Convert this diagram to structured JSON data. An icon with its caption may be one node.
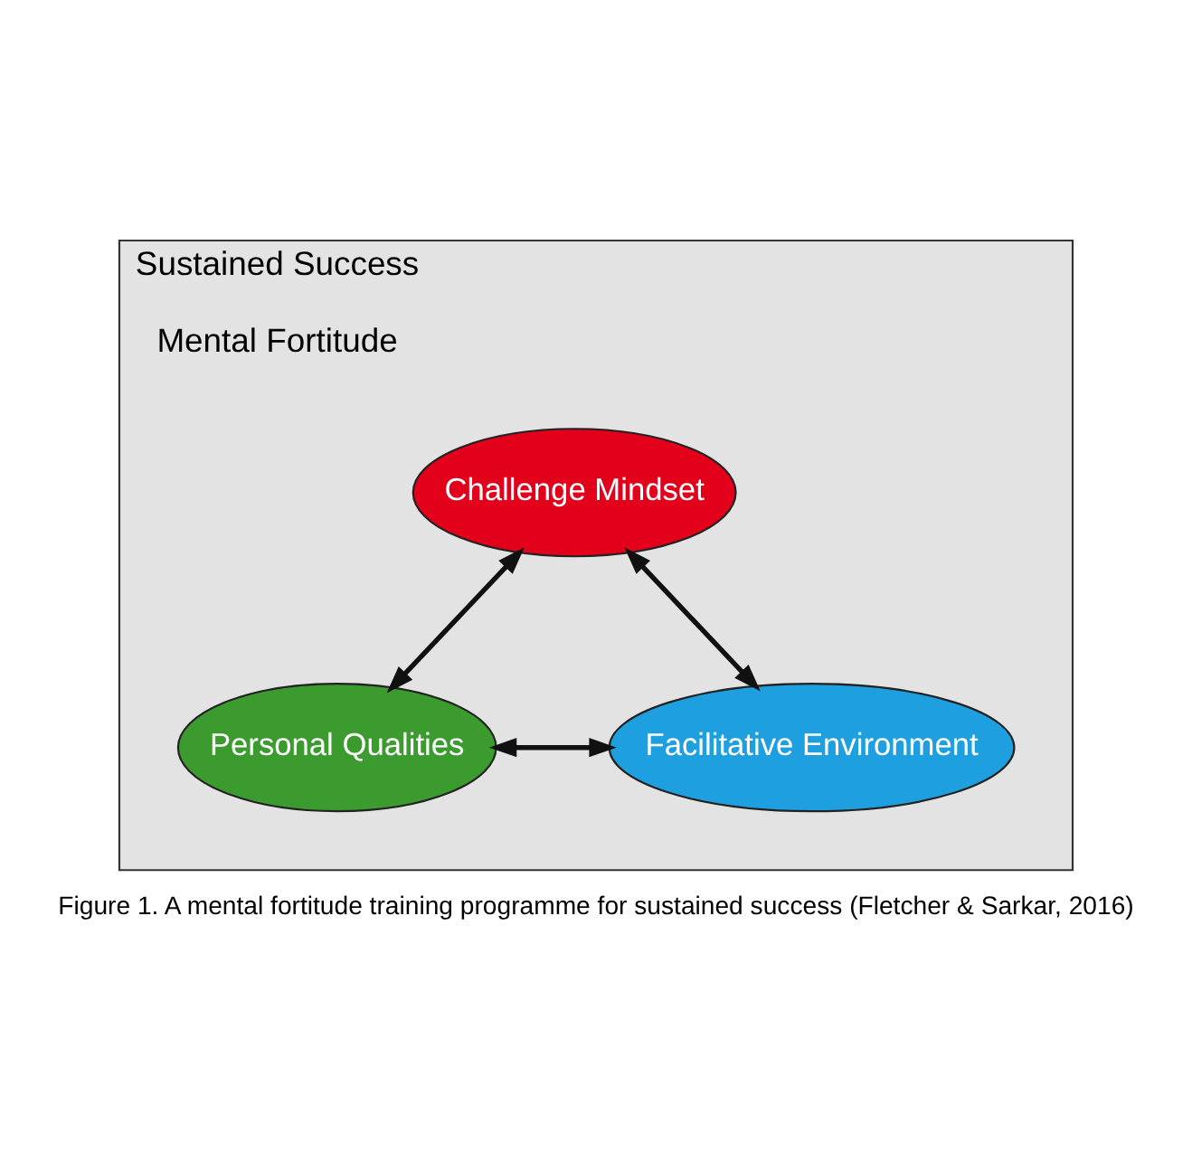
{
  "diagram": {
    "caption": "Figure 1. A mental fortitude training programme for sustained success (Fletcher & Sarkar, 2016)",
    "nodes": [
      {
        "text": [
          "Sustained Success",
          "Mental Fortitude"
        ]
      },
      {
        "text": [
          "Challenge Mindset"
        ],
        "in": 0
      },
      {
        "text": [
          "Personal Qualities"
        ],
        "in": 0
      },
      {
        "text": [
          "Facilitative Environment"
        ],
        "in": 0
      }
    ],
    "edges": [
      {
        "from": 1,
        "to": 2,
        "arrow": "both"
      },
      {
        "from": 1,
        "to": 3,
        "arrow": "both"
      },
      {
        "from": 2,
        "to": 3,
        "arrow": "both"
      }
    ]
  }
}
